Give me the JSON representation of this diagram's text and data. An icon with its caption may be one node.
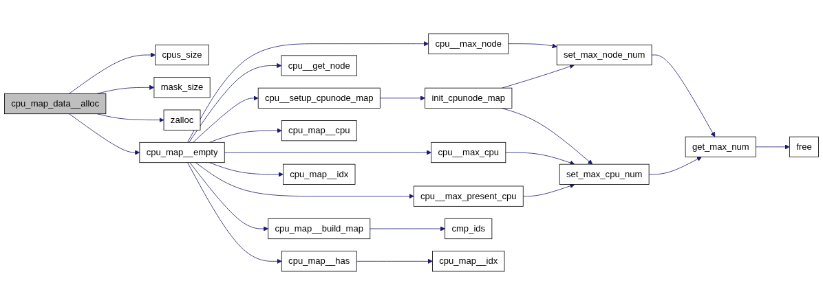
{
  "diagram": {
    "nodes": [
      {
        "text": [
          "cpu_map_data__alloc"
        ]
      },
      {
        "text": [
          "cpu_map__empty"
        ]
      },
      {
        "text": [
          "cpus_size"
        ]
      },
      {
        "text": [
          "mask_size"
        ]
      },
      {
        "text": [
          "zalloc"
        ]
      },
      {
        "text": [
          "cpu__max_node"
        ]
      },
      {
        "text": [
          "cpu__setup_cpunode_map"
        ]
      },
      {
        "text": [
          "cpu__max_cpu"
        ]
      },
      {
        "text": [
          "cpu__max_present_cpu"
        ]
      },
      {
        "text": [
          "cpu__get_node"
        ]
      },
      {
        "text": [
          "cpu_map__build_map"
        ]
      },
      {
        "text": [
          "cpu_map__cpu"
        ]
      },
      {
        "text": [
          "cpu_map__has"
        ]
      },
      {
        "text": [
          "cpu_map__idx"
        ]
      },
      {
        "text": [
          "init_cpunode_map"
        ]
      },
      {
        "text": [
          "cmp_ids"
        ]
      },
      {
        "text": [
          "cpu_map__idx"
        ]
      },
      {
        "text": [
          "set_max_node_num"
        ]
      },
      {
        "text": [
          "set_max_cpu_num"
        ]
      },
      {
        "text": [
          "get_max_num"
        ]
      },
      {
        "text": [
          "free"
        ]
      }
    ],
    "edges": [
      {
        "from": 0,
        "to": 1,
        "arrow": "to"
      },
      {
        "from": 0,
        "to": 2,
        "arrow": "to"
      },
      {
        "from": 0,
        "to": 3,
        "arrow": "to"
      },
      {
        "from": 0,
        "to": 4,
        "arrow": "to"
      },
      {
        "from": 1,
        "to": 5,
        "arrow": "to"
      },
      {
        "from": 1,
        "to": 6,
        "arrow": "to"
      },
      {
        "from": 1,
        "to": 7,
        "arrow": "to"
      },
      {
        "from": 1,
        "to": 8,
        "arrow": "to"
      },
      {
        "from": 1,
        "to": 9,
        "arrow": "to"
      },
      {
        "from": 1,
        "to": 10,
        "arrow": "to"
      },
      {
        "from": 1,
        "to": 11,
        "arrow": "to"
      },
      {
        "from": 1,
        "to": 12,
        "arrow": "to"
      },
      {
        "from": 1,
        "to": 13,
        "arrow": "to"
      },
      {
        "from": 5,
        "to": 17,
        "arrow": "to"
      },
      {
        "from": 6,
        "to": 14,
        "arrow": "to"
      },
      {
        "from": 14,
        "to": 17,
        "arrow": "to"
      },
      {
        "from": 14,
        "to": 18,
        "arrow": "to"
      },
      {
        "from": 7,
        "to": 18,
        "arrow": "to"
      },
      {
        "from": 8,
        "to": 18,
        "arrow": "to"
      },
      {
        "from": 10,
        "to": 15,
        "arrow": "to"
      },
      {
        "from": 12,
        "to": 16,
        "arrow": "to"
      },
      {
        "from": 17,
        "to": 19,
        "arrow": "to"
      },
      {
        "from": 18,
        "to": 19,
        "arrow": "to"
      },
      {
        "from": 19,
        "to": 20,
        "arrow": "to"
      }
    ]
  }
}
